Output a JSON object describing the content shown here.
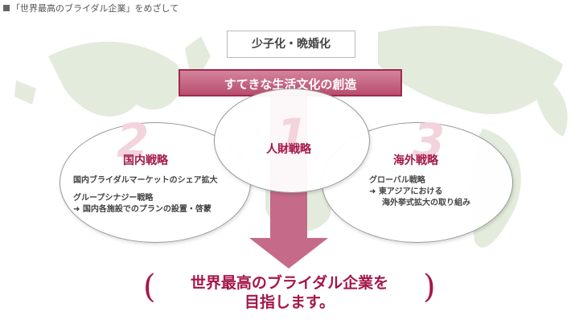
{
  "caption": "「世界最高のブライダル企業」をめざして",
  "top_box": "少子化・晩婚化",
  "banner": "すてきな生活文化の創造",
  "strategies": {
    "center": {
      "number": "1",
      "title": "人財戦略"
    },
    "left": {
      "number": "2",
      "title": "国内戦略",
      "line1": "国内ブライダルマーケットのシェア拡大",
      "line2": "グループシナジー戦略",
      "line3": "国内各施設でのプランの設置・啓蒙"
    },
    "right": {
      "number": "3",
      "title": "海外戦略",
      "line1": "グローバル戦略",
      "line2": "東アジアにおける",
      "line3": "海外挙式拡大の取り組み"
    }
  },
  "goal": {
    "line1": "世界最高のブライダル企業を",
    "line2": "目指します。"
  },
  "icons": {
    "sub_arrow": "arrow-right-icon"
  },
  "colors": {
    "accent": "#a4174a",
    "arrow": "#c66a89",
    "map": "#e3ebdc"
  }
}
